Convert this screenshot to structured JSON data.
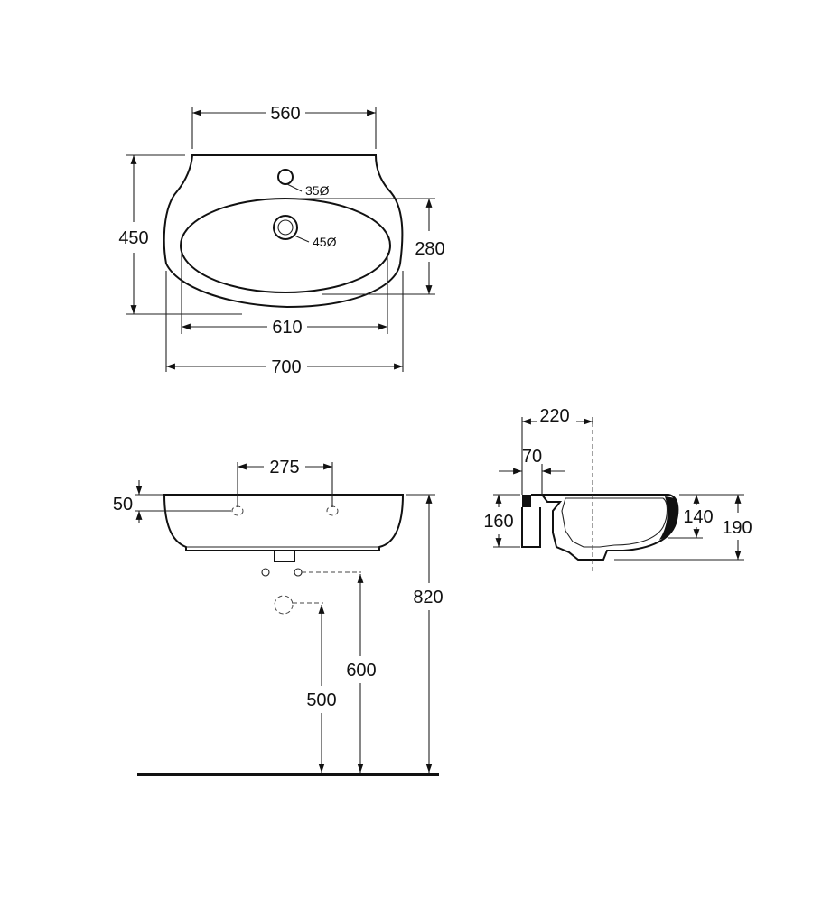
{
  "top_view": {
    "width_top_label": "560",
    "height_label": "450",
    "bowl_depth_label": "280",
    "bowl_width_label": "610",
    "overall_width_label": "700",
    "tap_hole_label": "35Ø",
    "drain_label": "45Ø"
  },
  "front_view": {
    "tap_spacing_label": "275",
    "tap_height_label": "50",
    "overall_height_label": "820",
    "supply_height_label": "600",
    "waste_height_label": "500"
  },
  "side_view": {
    "projection_label": "220",
    "wall_offset_label": "70",
    "back_height_label": "160",
    "bowl_depth_label": "140",
    "total_height_label": "190"
  },
  "colors": {
    "line": "#111111",
    "background": "#ffffff"
  }
}
